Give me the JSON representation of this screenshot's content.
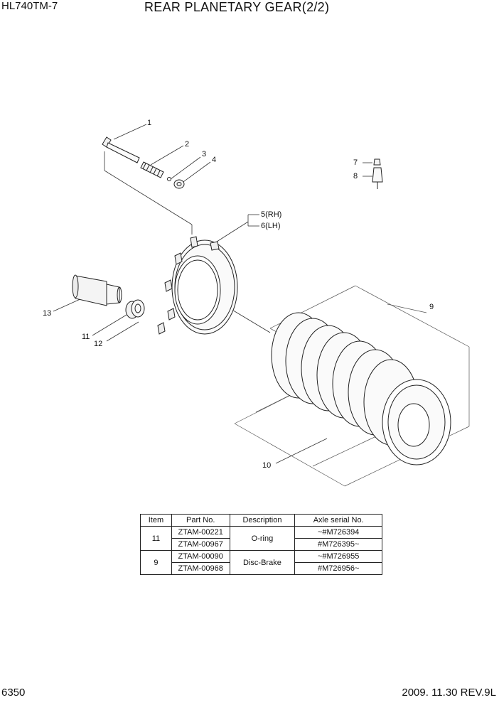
{
  "header": {
    "model": "HL740TM-7",
    "title": "REAR PLANETARY GEAR(2/2)"
  },
  "callouts": {
    "c1": "1",
    "c2": "2",
    "c3": "3",
    "c4": "4",
    "c5": "5(RH)",
    "c6": "6(LH)",
    "c7": "7",
    "c8": "8",
    "c9": "9",
    "c10": "10",
    "c11": "11",
    "c12": "12",
    "c13": "13"
  },
  "table": {
    "headers": [
      "Item",
      "Part No.",
      "Description",
      "Axle serial No."
    ],
    "groups": [
      {
        "item": "11",
        "description": "O-ring",
        "rows": [
          {
            "part": "ZTAM-00221",
            "serial": "~#M726394"
          },
          {
            "part": "ZTAM-00967",
            "serial": "#M726395~"
          }
        ]
      },
      {
        "item": "9",
        "description": "Disc-Brake",
        "rows": [
          {
            "part": "ZTAM-00090",
            "serial": "~#M726955"
          },
          {
            "part": "ZTAM-00968",
            "serial": "#M726956~"
          }
        ]
      }
    ]
  },
  "footer": {
    "page": "6350",
    "date_rev": "2009. 11.30  REV.9L"
  }
}
